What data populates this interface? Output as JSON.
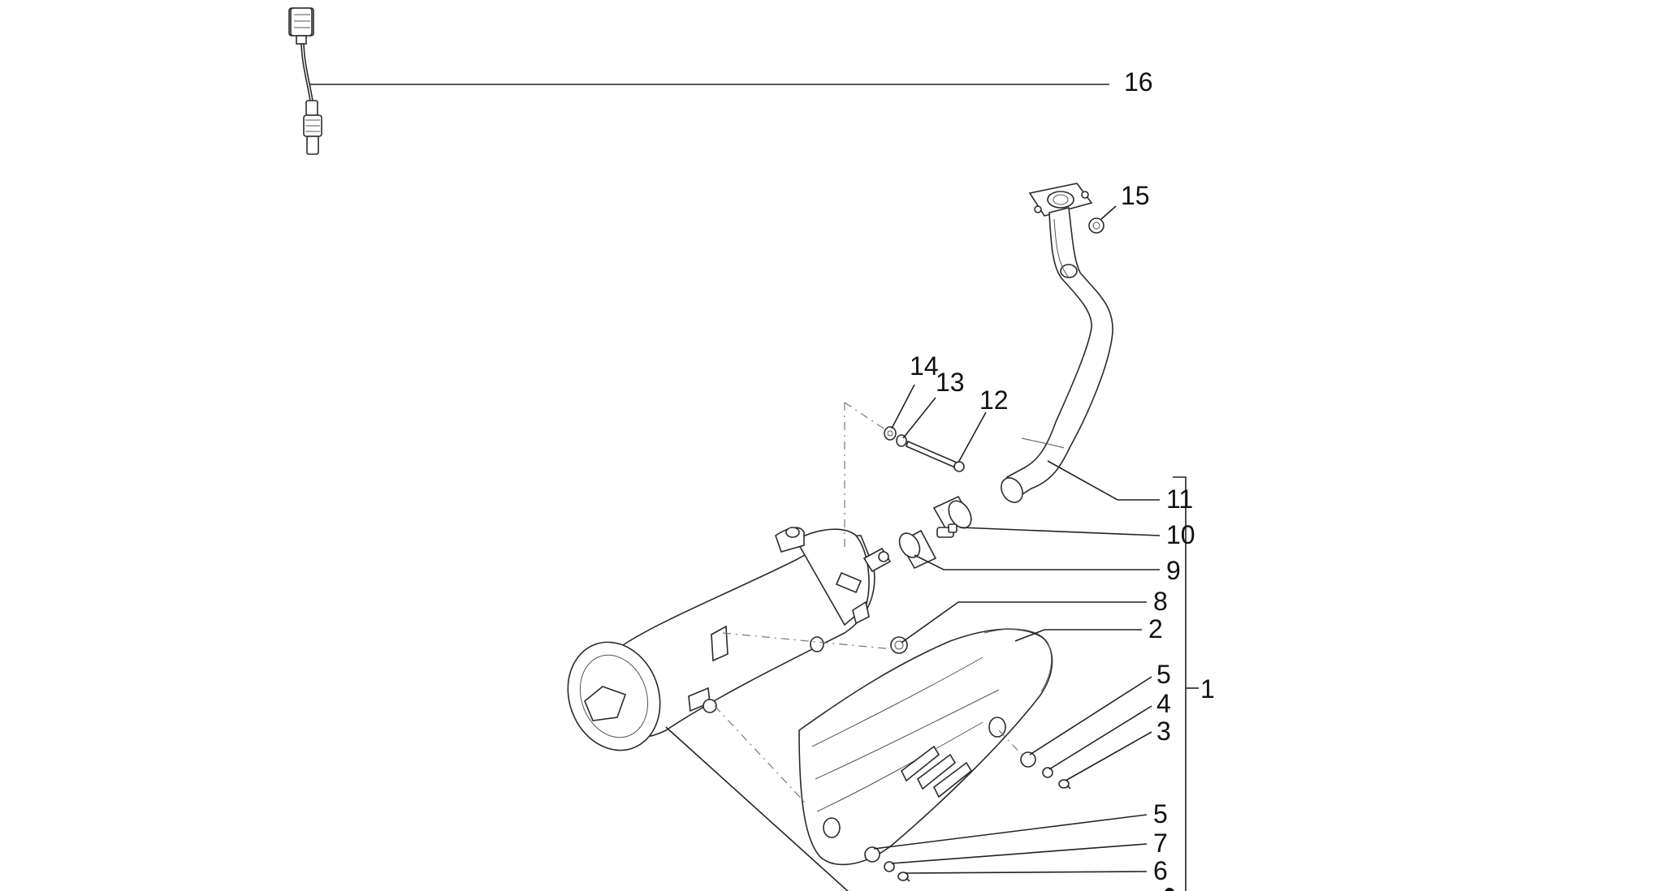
{
  "diagram": {
    "callouts": [
      {
        "id": "16",
        "label": "16"
      },
      {
        "id": "15",
        "label": "15"
      },
      {
        "id": "14",
        "label": "14"
      },
      {
        "id": "13",
        "label": "13"
      },
      {
        "id": "12",
        "label": "12"
      },
      {
        "id": "11",
        "label": "11"
      },
      {
        "id": "10",
        "label": "10"
      },
      {
        "id": "9",
        "label": "9"
      },
      {
        "id": "8",
        "label": "8"
      },
      {
        "id": "2",
        "label": "2"
      },
      {
        "id": "5a",
        "label": "5"
      },
      {
        "id": "4",
        "label": "4"
      },
      {
        "id": "3",
        "label": "3"
      },
      {
        "id": "1",
        "label": "1"
      },
      {
        "id": "5b",
        "label": "5"
      },
      {
        "id": "7",
        "label": "7"
      },
      {
        "id": "6",
        "label": "6"
      }
    ]
  }
}
